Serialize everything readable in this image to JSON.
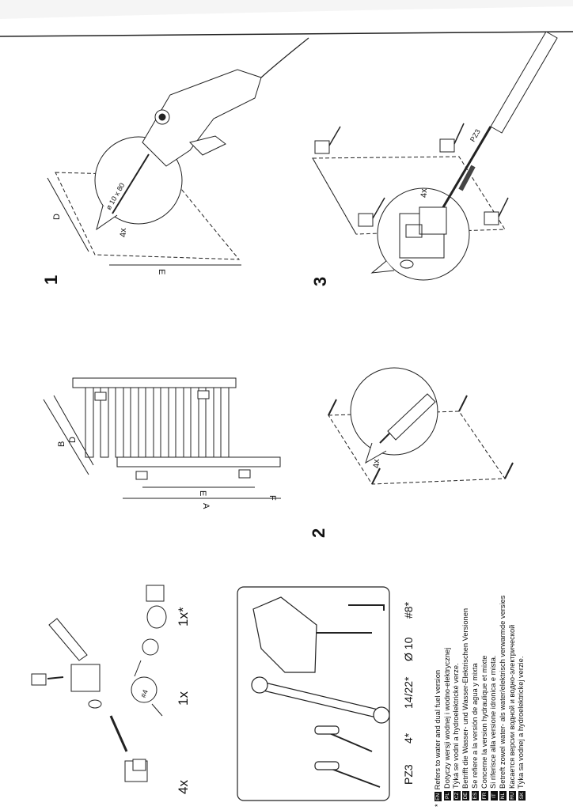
{
  "steps": {
    "step1": "1",
    "step2": "2",
    "step3": "3"
  },
  "parts": {
    "qty_plugs": "4x",
    "qty_hex_key": "1x",
    "qty_cap": "1x*",
    "hex_key_mark": "#4"
  },
  "tools": {
    "pz3": "PZ3",
    "flat_4": "4*",
    "wrench": "14/22*",
    "drill": "Ø 10",
    "hex": "#8*"
  },
  "notes": {
    "star": "*",
    "lines": [
      {
        "code": "EN",
        "text": "Refers to water and dual fuel version"
      },
      {
        "code": "PL",
        "text": "Dotyczy wersji wodnej i wodno-elektrycznej"
      },
      {
        "code": "CZ",
        "text": "Týká se vodní a hydroelektrické verze."
      },
      {
        "code": "DE",
        "text": "Betrifft die Wasser- und Wasser-Elektrischen Versionen"
      },
      {
        "code": "ES",
        "text": "Se refiere a la versión de agua y mixta"
      },
      {
        "code": "FR",
        "text": "Concerne la version hydraulique et mixte"
      },
      {
        "code": "IT",
        "text": "Si riferisce alla versione idronica e mista."
      },
      {
        "code": "NL",
        "text": "Betreft zowel water- als water/elektrisch verwarmde versies"
      },
      {
        "code": "RU",
        "text": "Касается версии водной и водно-электрической"
      },
      {
        "code": "SK",
        "text": "Týka sa vodnej a hydroelektrickej verzie."
      }
    ]
  },
  "diagram_labels": {
    "drill_size": "ø 10 x 80",
    "callout1_qty": "4x",
    "callout2_qty": "4x",
    "callout3_qty": "4x",
    "dim_D": "D",
    "dim_E": "E",
    "dim_B": "B",
    "dim_D2": "D",
    "dim_E2": "E",
    "dim_A": "A",
    "dim_F": "F",
    "screwdriver_label": "PZ3"
  }
}
